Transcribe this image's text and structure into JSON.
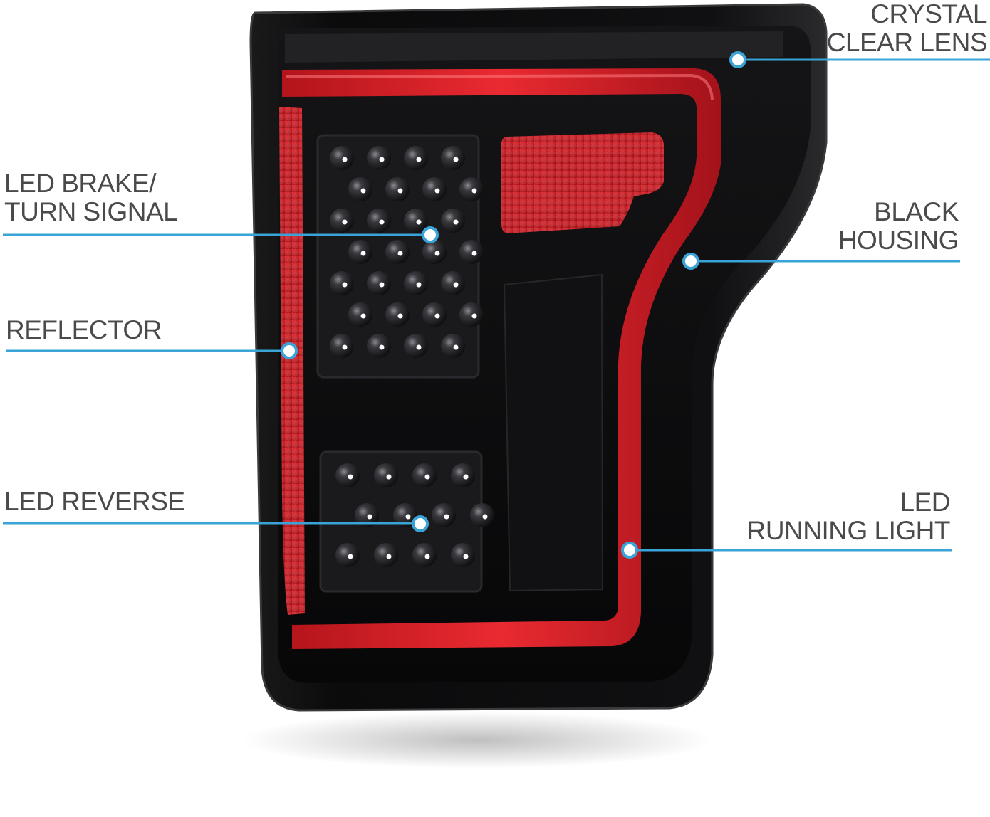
{
  "callouts": {
    "crystal_clear_lens": {
      "line1": "CRYSTAL",
      "line2": "CLEAR LENS"
    },
    "led_brake_turn": {
      "line1": "LED BRAKE/",
      "line2": "TURN SIGNAL"
    },
    "black_housing": {
      "line1": "BLACK",
      "line2": "HOUSING"
    },
    "reflector": {
      "line1": "REFLECTOR"
    },
    "led_reverse": {
      "line1": "LED REVERSE"
    },
    "led_running_light": {
      "line1": "LED",
      "line2": "RUNNING LIGHT"
    }
  },
  "colors": {
    "callout_line": "#3aa3d8",
    "callout_text": "#4a4a4a",
    "housing": "#0b0b0c",
    "light_bar_red": "#e3262d",
    "reflector_red": "#c81d25",
    "led_cluster": "#161618"
  },
  "icons": {
    "callout_dot": "callout-dot-icon"
  }
}
